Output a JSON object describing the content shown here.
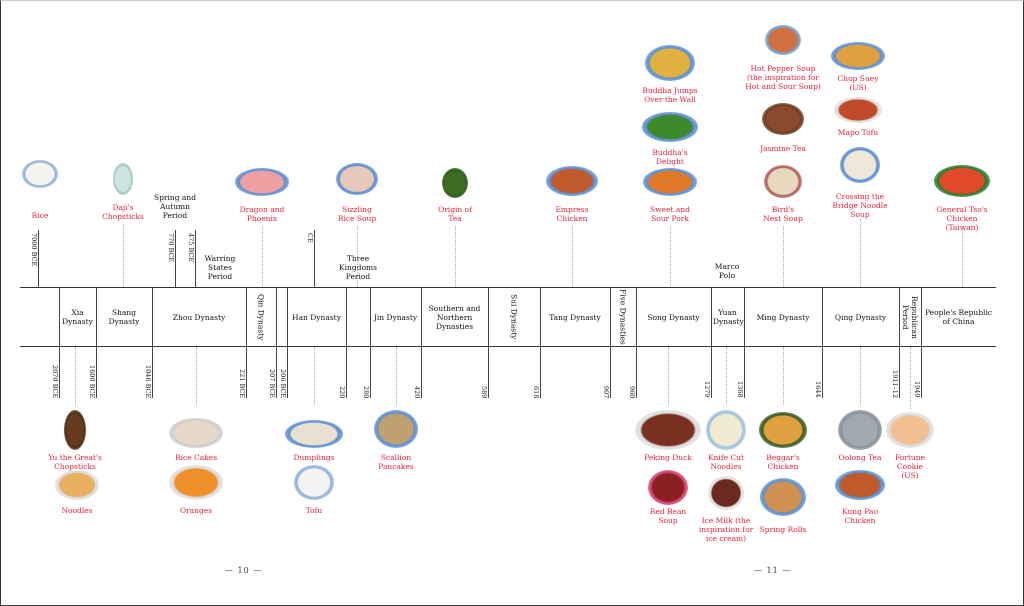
{
  "dynasties": [
    "Xia Dynasty",
    "Shang Dynasty",
    "Zhou Dynasty",
    "Qin Dynasty",
    "Han Dynasty",
    "Jin Dynasty",
    "Southern and Northern Dynasties",
    "Sui Dynasty",
    "Tang Dynasty",
    "Five Dynasties",
    "Song Dynasty",
    "Yuan Dynasty",
    "Ming Dynasty",
    "Qing Dynasty",
    "Republican Period",
    "People's Republic of China"
  ],
  "dates_below": [
    "2070 BCE",
    "1600 BCE",
    "1046 BCE",
    "221 BCE",
    "207 BCE",
    "206 BCE",
    "220",
    "280",
    "420",
    "589",
    "618",
    "907",
    "960",
    "1279",
    "1368",
    "1644",
    "1911–12",
    "1949"
  ],
  "dates_above": [
    "7000 BCE",
    "770 BCE",
    "475 BCE",
    "CE"
  ],
  "periods": [
    "Spring and Autumn Period",
    "Warring States Period",
    "Three Kingdoms Period",
    "Marco Polo"
  ],
  "foods_top": [
    "Rice",
    "Daji's Chopsticks",
    "Dragon and Phoenix",
    "Sizzling Rice Soup",
    "Origin of Tea",
    "Empress Chicken",
    "Sweet and Sour Pork",
    "Buddha's Delight",
    "Buddha Jumps Over the Wall",
    "Hot Pepper Soup (the inspiration for Hot and Sour Soup)",
    "Jasmine Tea",
    "Bird's Nest Soup",
    "Chop Suey (US)",
    "Mapo Tofu",
    "Crossing the Bridge Noodle Soup",
    "General Tso's Chicken (Taiwan)"
  ],
  "foods_bottom": [
    "Yu the Great's Chopsticks",
    "Noodles",
    "Rice Cakes",
    "Oranges",
    "Dumplings",
    "Tofu",
    "Scallion Pancakes",
    "Peking Duck",
    "Red Bean Soup",
    "Knife Cut Noodles",
    "Ice Milk (the inspiration for ice cream)",
    "Beggar's Chicken",
    "Spring Rolls",
    "Oolong Tea",
    "Kung Pao Chicken",
    "Fortune Cookie (US)"
  ],
  "page_numbers": [
    "— 10 —",
    "— 11 —"
  ],
  "colors": {
    "food_label": "#e8203a",
    "line": "#333333"
  }
}
